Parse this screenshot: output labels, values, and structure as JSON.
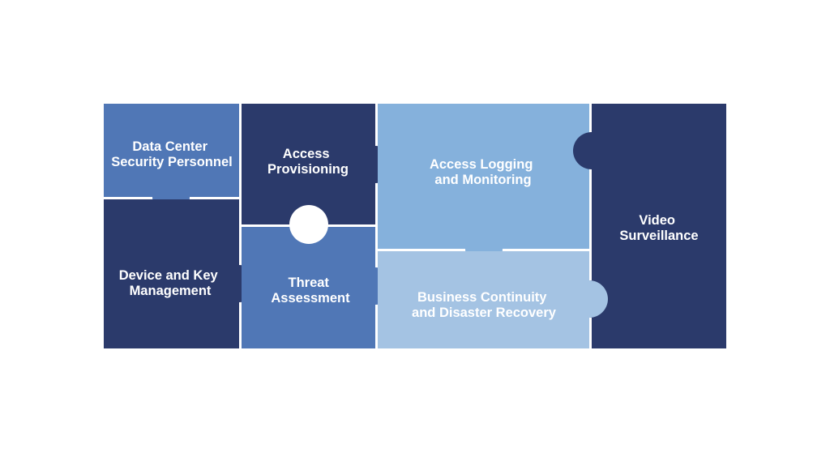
{
  "colors": {
    "dark_navy": "#2b3a6b",
    "medium_blue": "#5077b6",
    "light_blue": "#85b1dc",
    "pale_blue": "#a4c3e3",
    "seam": "#ffffff"
  },
  "pieces": [
    {
      "id": "security-personnel",
      "color": "medium_blue",
      "lines": [
        "Data Center",
        "Security Personnel"
      ]
    },
    {
      "id": "access-provisioning",
      "color": "dark_navy",
      "lines": [
        "Access",
        "Provisioning"
      ]
    },
    {
      "id": "access-logging",
      "color": "light_blue",
      "lines": [
        "Access Logging",
        "and Monitoring"
      ]
    },
    {
      "id": "video-surveillance",
      "color": "dark_navy",
      "lines": [
        "Video",
        "Surveillance"
      ]
    },
    {
      "id": "device-key-management",
      "color": "dark_navy",
      "lines": [
        "Device and Key",
        "Management"
      ]
    },
    {
      "id": "threat-assessment",
      "color": "medium_blue",
      "lines": [
        "Threat",
        "Assessment"
      ]
    },
    {
      "id": "business-continuity",
      "color": "pale_blue",
      "lines": [
        "Business Continuity",
        "and Disaster Recovery"
      ]
    }
  ]
}
